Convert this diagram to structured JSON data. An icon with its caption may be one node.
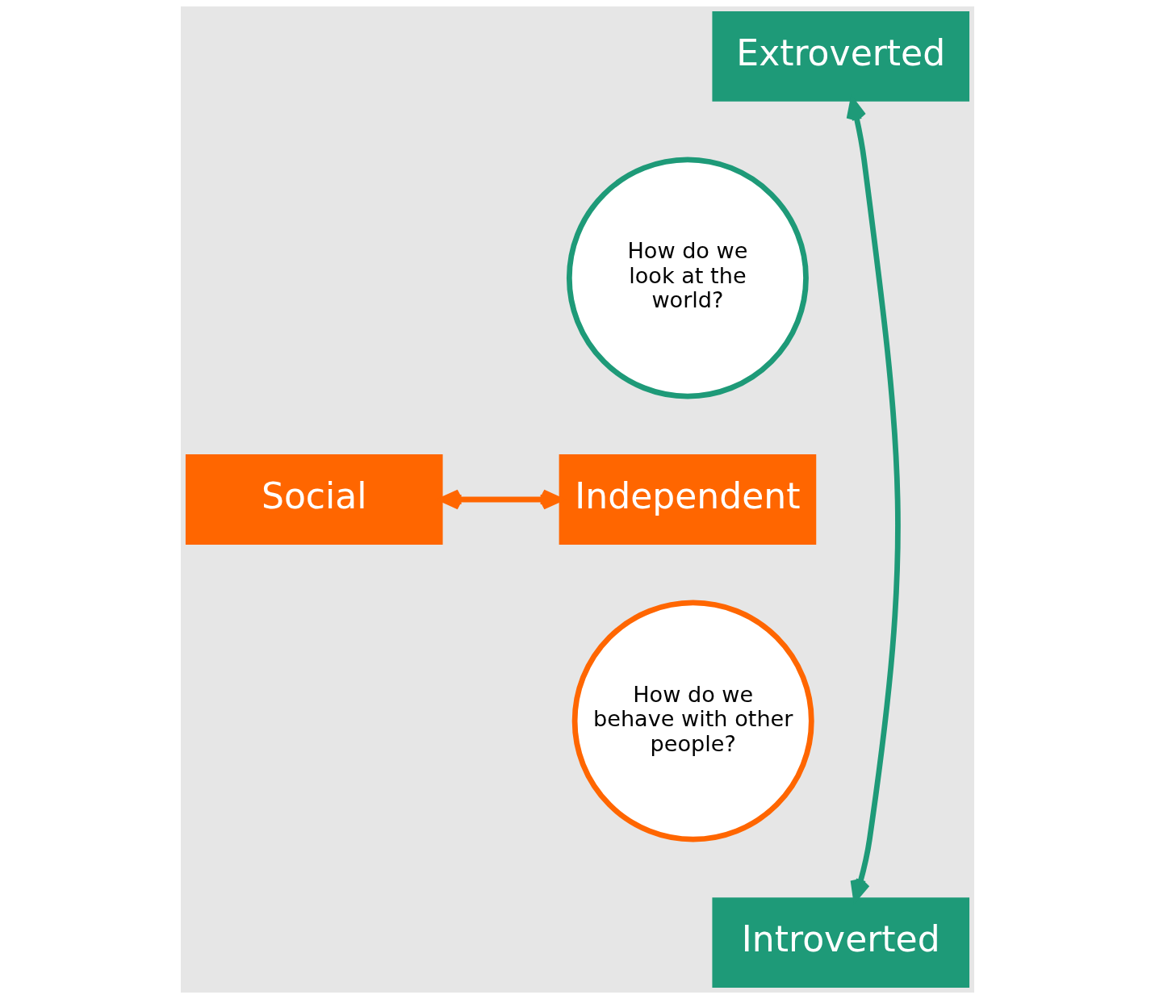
{
  "diagram": {
    "nodes": [
      {
        "text": [
          "Extroverted"
        ]
      },
      {
        "text": [
          "How do we look at the world?"
        ]
      },
      {
        "text": [
          "Social"
        ]
      },
      {
        "text": [
          "Independent"
        ]
      },
      {
        "text": [
          "How do we behave with other people?"
        ]
      },
      {
        "text": [
          "Introverted"
        ]
      }
    ],
    "edges": [
      {
        "from": 0,
        "to": 5,
        "arrow": "both",
        "color": "#1e9a78"
      },
      {
        "from": 2,
        "to": 3,
        "arrow": "both",
        "color": "#ff6600"
      }
    ]
  }
}
